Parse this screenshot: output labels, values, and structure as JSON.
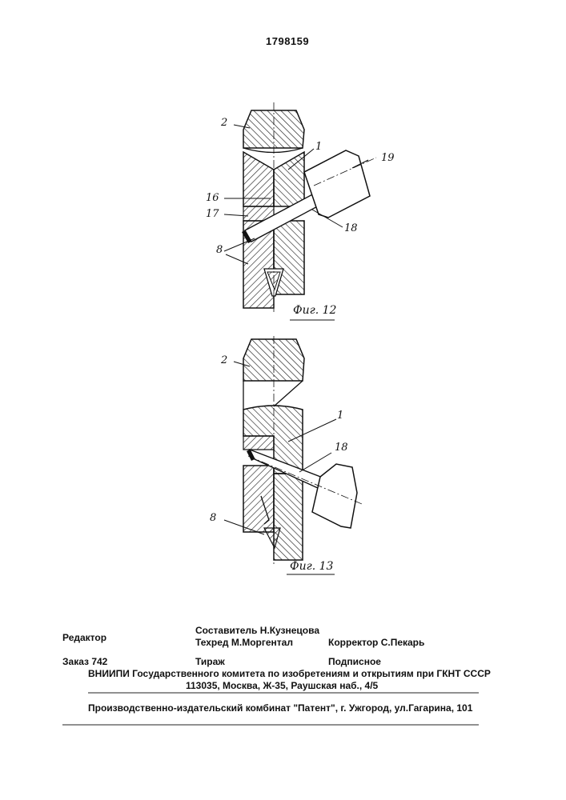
{
  "document": {
    "patent_number": "1798159"
  },
  "figure_12": {
    "caption": "Фиг. 12",
    "labels": {
      "l2": "2",
      "l1": "1",
      "l19": "19",
      "l16": "16",
      "l17": "17",
      "l18": "18",
      "l8": "8"
    }
  },
  "figure_13": {
    "caption": "Фиг. 13",
    "labels": {
      "l2": "2",
      "l1": "1",
      "l18": "18",
      "l8": "8"
    }
  },
  "imprint": {
    "editor_label": "Редактор",
    "compiler": "Составитель  Н.Кузнецова",
    "techred": "Техред М.Моргентал",
    "corrector": "Корректор С.Пекарь",
    "order": "Заказ  742",
    "circulation": "Тираж",
    "subscription": "Подписное",
    "vniipi": "ВНИИПИ Государственного комитета по изобретениям и открытиям при ГКНТ СССР",
    "address": "113035, Москва, Ж-35, Раушская наб., 4/5",
    "publisher": "Производственно-издательский комбинат \"Патент\", г. Ужгород, ул.Гагарина, 101"
  }
}
